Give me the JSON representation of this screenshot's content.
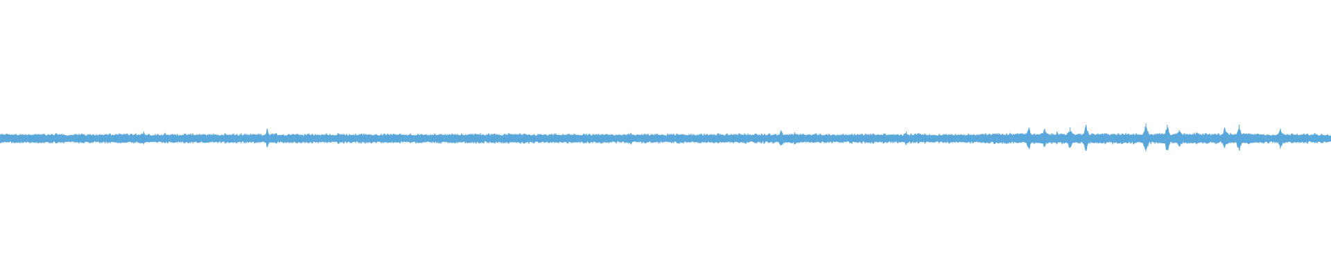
{
  "colors": {
    "background": "#ffffff",
    "waveform": "#5aa7dc"
  },
  "chart_data": {
    "type": "area",
    "title": "",
    "xlabel": "",
    "ylabel": "",
    "axes_visible": false,
    "grid": false,
    "legend": "none",
    "ylim": [
      -1,
      1
    ],
    "x_range": [
      0,
      1
    ],
    "description_values": {
      "baseline_amplitude": 0.02,
      "noise_amplitude": 0.012
    },
    "peaks": [
      {
        "x": 0.108,
        "amplitude": 0.05
      },
      {
        "x": 0.124,
        "amplitude": 0.04
      },
      {
        "x": 0.201,
        "amplitude": 0.07
      },
      {
        "x": 0.254,
        "amplitude": 0.04
      },
      {
        "x": 0.275,
        "amplitude": 0.035
      },
      {
        "x": 0.314,
        "amplitude": 0.035
      },
      {
        "x": 0.361,
        "amplitude": 0.04
      },
      {
        "x": 0.382,
        "amplitude": 0.04
      },
      {
        "x": 0.474,
        "amplitude": 0.04
      },
      {
        "x": 0.587,
        "amplitude": 0.06
      },
      {
        "x": 0.597,
        "amplitude": 0.045
      },
      {
        "x": 0.654,
        "amplitude": 0.035
      },
      {
        "x": 0.681,
        "amplitude": 0.05
      },
      {
        "x": 0.69,
        "amplitude": 0.04
      },
      {
        "x": 0.75,
        "amplitude": 0.04
      },
      {
        "x": 0.773,
        "amplitude": 0.08
      },
      {
        "x": 0.785,
        "amplitude": 0.07
      },
      {
        "x": 0.794,
        "amplitude": 0.05
      },
      {
        "x": 0.804,
        "amplitude": 0.08
      },
      {
        "x": 0.816,
        "amplitude": 0.1
      },
      {
        "x": 0.861,
        "amplitude": 0.11
      },
      {
        "x": 0.877,
        "amplitude": 0.1
      },
      {
        "x": 0.886,
        "amplitude": 0.06
      },
      {
        "x": 0.92,
        "amplitude": 0.08
      },
      {
        "x": 0.931,
        "amplitude": 0.1
      },
      {
        "x": 0.962,
        "amplitude": 0.07
      },
      {
        "x": 0.988,
        "amplitude": 0.04
      }
    ],
    "loud_regions": [
      {
        "start": 0.74,
        "end": 0.95,
        "amplitude": 0.03
      },
      {
        "start": 0.0,
        "end": 0.04,
        "amplitude": 0.025
      }
    ]
  }
}
